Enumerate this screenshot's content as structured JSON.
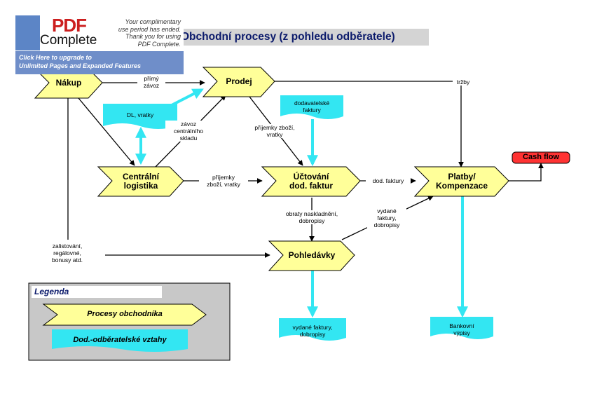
{
  "title": "Obchodní procesy (z pohledu odběratele)",
  "banner": {
    "logo_text": "PDF",
    "product": "Complete",
    "message": "Your complimentary\nuse period has ended.\nThank you for using\nPDF Complete.",
    "link": "Click Here to upgrade to\nUnlimited Pages and Expanded Features"
  },
  "nodes": {
    "nakup": "Nákup",
    "prodej": "Prodej",
    "centralni_logistika": "Centrální\nlogistika",
    "uctovani": "Účtování\ndod. faktur",
    "platby": "Platby/\nKompenzace",
    "pohledavky": "Pohledávky",
    "cash_flow": "Cash flow"
  },
  "documents": {
    "dl_vratky": "DL, vratky",
    "dodavatelske_faktury": "dodavatelské\nfaktury",
    "vydane_faktury": "vydané faktury,\ndobropisy",
    "bankovni_vypisy": "Bankovní\nvýpisy"
  },
  "edges": {
    "primy_zavoz": "přímý\nzávoz",
    "trzby": "tržby",
    "zavoz_centralniho_skladu": "závoz\ncentrálního\nskladu",
    "prijemky_zbozi_vratky_1": "příjemky zboží,\nvratky",
    "prijemky_zbozi_vratky_2": "příjemky\nzboží, vratky",
    "dod_faktury": "dod. faktury",
    "obraty": "obraty naskladnění,\ndobropisy",
    "vydane_faktury_dobropisy": "vydané\nfaktury,\ndobropisy",
    "zalistovani": "zalistování,\nregálovné,\nbonusy atd."
  },
  "legend": {
    "title": "Legenda",
    "process_label": "Procesy obchodníka",
    "relation_label": "Dod.-odběratelské vztahy"
  },
  "colors": {
    "process_fill": "#ffff99",
    "document_fill": "#33e6f2",
    "cash_flow_fill": "#ff3333",
    "title_bar": "#d4d4d4",
    "legend_bg": "#c8c8c8"
  }
}
